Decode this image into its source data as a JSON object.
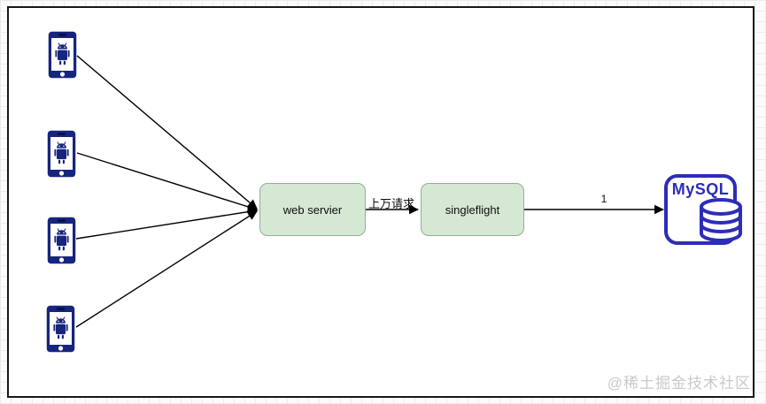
{
  "diagram": {
    "clients": {
      "count": 4,
      "icon": "android-phone-icon"
    },
    "nodes": {
      "web_server": {
        "label": "web servier"
      },
      "singleflight": {
        "label": "singleflight"
      },
      "mysql": {
        "label": "MySQL"
      }
    },
    "edges": {
      "clients_to_web": {
        "label": ""
      },
      "web_to_singleflight": {
        "label": "上万请求"
      },
      "singleflight_to_mysql": {
        "label": "1"
      }
    },
    "colors": {
      "node_fill": "#d5e8d4",
      "node_border": "#8fb28b",
      "phone_navy": "#16257d",
      "mysql_blue": "#2d2db8",
      "arrow": "#000000",
      "watermark_gray": "#c9c9c9"
    }
  },
  "watermark": {
    "text": "@稀土掘金技术社区"
  }
}
